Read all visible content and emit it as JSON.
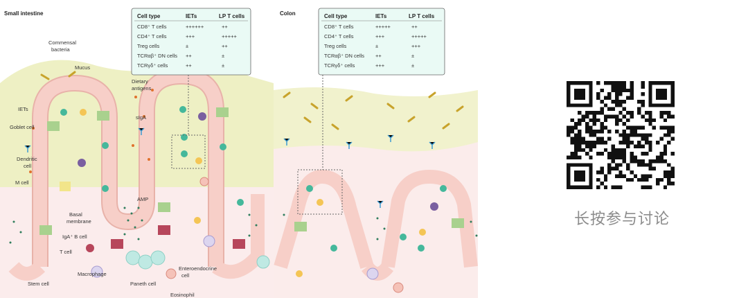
{
  "figure": {
    "panel_small_intestine": "Small intestine",
    "panel_colon": "Colon",
    "labels": {
      "commensal": "Commensal",
      "bacteria": "bacteria",
      "mucus": "Mucus",
      "iets": "IETs",
      "goblet": "Goblet cell",
      "dendritic1": "Dendritic",
      "dendritic2": "cell",
      "mcell": "M cell",
      "basal1": "Basal",
      "basal2": "membrane",
      "iga": "IgA⁺ B cell",
      "tcell": "T cell",
      "macrophage": "Macrophage",
      "stem": "Stem cell",
      "paneth": "Paneth cell",
      "eosinophil": "Eosinophil",
      "amp": "AMP",
      "dietary1": "Dietary",
      "dietary2": "antigens",
      "siga": "sIgA",
      "entero1": "Enteroendocrine",
      "entero2": "cell"
    },
    "table_small": {
      "headers": [
        "Cell type",
        "IETs",
        "LP T cells"
      ],
      "rows": [
        [
          "CD8⁺ T cells",
          "++++++",
          "++"
        ],
        [
          "CD4⁺ T cells",
          "+++",
          "+++++"
        ],
        [
          "Treg cells",
          "±",
          "++"
        ],
        [
          "TCRαβ⁺ DN cells",
          "++",
          "±"
        ],
        [
          "TCRγδ⁺ cells",
          "++",
          "±"
        ]
      ]
    },
    "table_colon": {
      "headers": [
        "Cell type",
        "IETs",
        "LP T cells"
      ],
      "rows": [
        [
          "CD8⁺ T cells",
          "+++++",
          "++"
        ],
        [
          "CD4⁺ T cells",
          "+++",
          "+++++"
        ],
        [
          "Treg cells",
          "±",
          "+++"
        ],
        [
          "TCRαβ⁺ DN cells",
          "++",
          "±"
        ],
        [
          "TCRγδ⁺ cells",
          "+++",
          "±"
        ]
      ]
    }
  },
  "qr": {
    "caption": "长按参与讨论"
  },
  "colors": {
    "mucus": "#eef0c4",
    "tissue": "#fbe9e8",
    "epithelium": "#f7cfc8",
    "iet": "#45b89b",
    "goblet": "#a9d18e",
    "enteroendocrine": "#b7465b",
    "paneth": "#bfe9e3"
  }
}
